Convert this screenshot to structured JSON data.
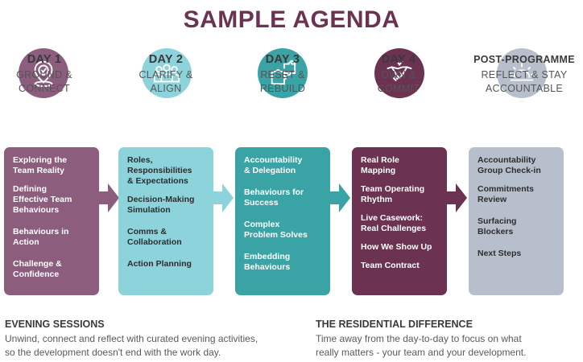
{
  "title": "SAMPLE AGENDA",
  "columns": [
    {
      "day": "DAY 1",
      "theme": "GROUND &\nCONNECT",
      "icon": "location-pin-check-icon",
      "color": "#8c5d7d",
      "items": [
        "Exploring the\nTeam Reality",
        "Defining\nEffective Team\nBehaviours",
        "Behaviours in\nAction",
        "Challenge &\nConfidence"
      ]
    },
    {
      "day": "DAY 2",
      "theme": "CLARIFY &\nALIGN",
      "icon": "team-people-icon",
      "color": "#8dd3dc",
      "items": [
        "Roles,\nResponsibilities\n& Expectations",
        "Decision-Making\nSimulation",
        "Comms &\nCollaboration",
        "Action Planning"
      ]
    },
    {
      "day": "DAY 3",
      "theme": "RESET &\nREBUILD",
      "icon": "puzzle-pieces-icon",
      "color": "#3aa3a6",
      "items": [
        "Accountability\n& Delegation",
        "Behaviours for\nSuccess",
        "Complex\nProblem Solves",
        "Embedding\nBehaviours"
      ]
    },
    {
      "day": "DAY 4",
      "theme": "OWN &\nCOMMIT",
      "icon": "handshake-icon",
      "color": "#6b3252",
      "items": [
        "Real Role\nMapping",
        "Team Operating\nRhythm",
        "Live Casework:\nReal Challenges",
        "How We Show Up",
        "Team Contract"
      ]
    },
    {
      "day": "POST-PROGRAMME",
      "theme": "REFLECT & STAY\nACCOUNTABLE",
      "icon": "sunrise-icon",
      "color": "#b8bfcc",
      "items": [
        "Accountability\nGroup Check-in",
        "Commitments\nReview",
        "Surfacing\nBlockers",
        "Next Steps"
      ]
    }
  ],
  "footer": {
    "left_heading": "EVENING SESSIONS",
    "left_text": "Unwind, connect and reflect with curated evening activities,\nso the development doesn't end with the work day.",
    "right_heading": "THE RESIDENTIAL DIFFERENCE",
    "right_text": "Time away from the day-to-day to focus on what\nreally matters - your team and your development."
  }
}
